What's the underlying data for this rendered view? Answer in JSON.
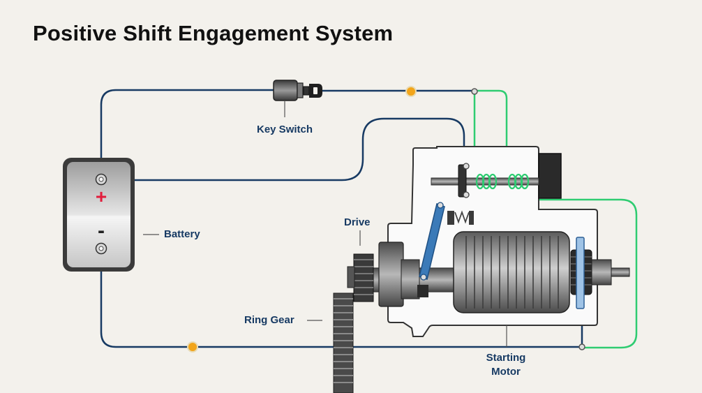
{
  "title": "Positive Shift Engagement System",
  "labels": {
    "key_switch": "Key Switch",
    "battery": "Battery",
    "drive": "Drive",
    "ring_gear": "Ring Gear",
    "starting_motor_line1": "Starting",
    "starting_motor_line2": "Motor"
  },
  "battery_terminals": {
    "positive": "+",
    "negative": "-"
  },
  "colors": {
    "background": "#f3f1ec",
    "wire_main": "#173a63",
    "wire_solenoid": "#2ecc71",
    "fuse": "#f2a51a",
    "positive_sign": "#e21d3c",
    "label": "#173a63"
  }
}
